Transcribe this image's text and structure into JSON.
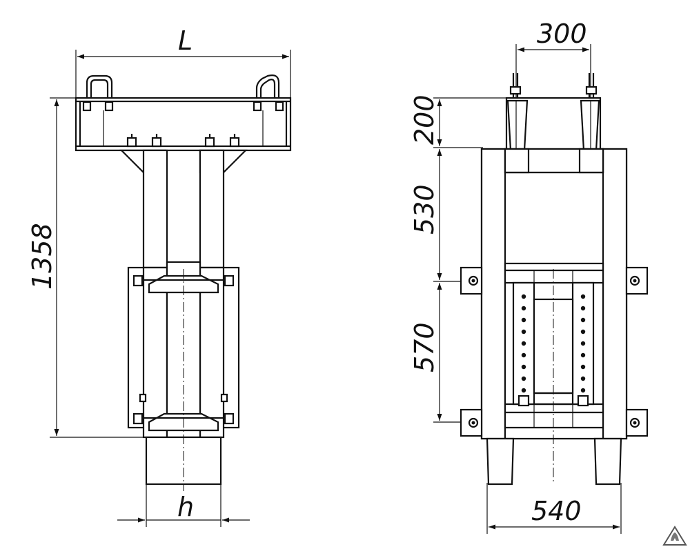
{
  "drawing": {
    "front_view": {
      "dim_width": "L",
      "dim_height": "1358",
      "dim_pipe": "h"
    },
    "side_view": {
      "dim_top_width": "300",
      "dim_top_height": "200",
      "dim_mid_height": "530",
      "dim_low_height": "570",
      "dim_bottom_width": "540"
    }
  }
}
